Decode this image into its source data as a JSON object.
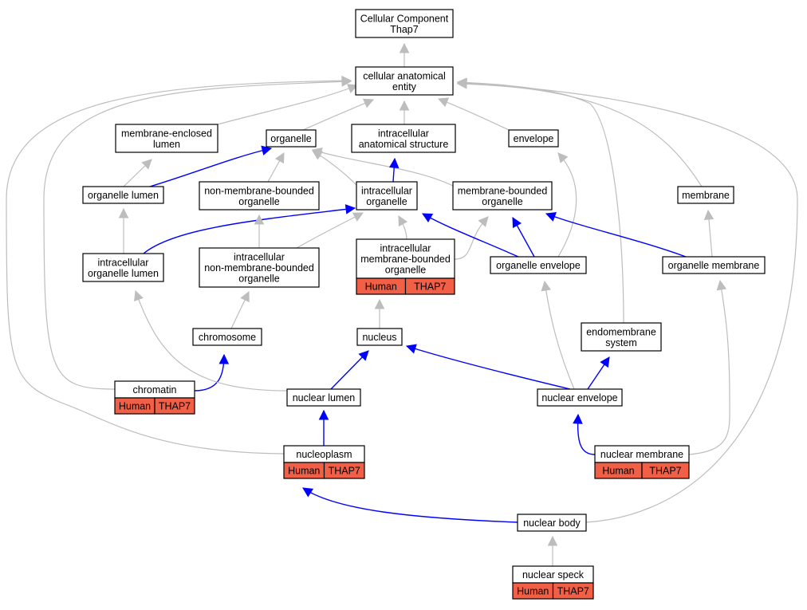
{
  "colors": {
    "highlight_edge": "#0000ff",
    "plain_edge": "#bdbdbd",
    "annotation_fill": "#f05f46",
    "node_border": "#000000"
  },
  "nodes": {
    "cc": {
      "lines": [
        "Cellular Component",
        "Thap7"
      ]
    },
    "cae": {
      "lines": [
        "cellular anatomical",
        "entity"
      ]
    },
    "mel": {
      "lines": [
        "membrane-enclosed",
        "lumen"
      ]
    },
    "org": {
      "lines": [
        "organelle"
      ]
    },
    "ias": {
      "lines": [
        "intracellular",
        "anatomical structure"
      ]
    },
    "env": {
      "lines": [
        "envelope"
      ]
    },
    "orglum": {
      "lines": [
        "organelle lumen"
      ]
    },
    "nmbo": {
      "lines": [
        "non-membrane-bounded",
        "organelle"
      ]
    },
    "io": {
      "lines": [
        "intracellular",
        "organelle"
      ]
    },
    "mbo": {
      "lines": [
        "membrane-bounded",
        "organelle"
      ]
    },
    "mem": {
      "lines": [
        "membrane"
      ]
    },
    "iol": {
      "lines": [
        "intracellular",
        "organelle lumen"
      ]
    },
    "inmbo": {
      "lines": [
        "intracellular",
        "non-membrane-bounded",
        "organelle"
      ]
    },
    "imbo": {
      "lines": [
        "intracellular",
        "membrane-bounded",
        "organelle"
      ],
      "annotation": [
        "Human",
        "THAP7"
      ]
    },
    "oenv": {
      "lines": [
        "organelle envelope"
      ]
    },
    "omem": {
      "lines": [
        "organelle membrane"
      ]
    },
    "chrom": {
      "lines": [
        "chromosome"
      ]
    },
    "nuc": {
      "lines": [
        "nucleus"
      ]
    },
    "endo": {
      "lines": [
        "endomembrane",
        "system"
      ]
    },
    "chromatin": {
      "lines": [
        "chromatin"
      ],
      "annotation": [
        "Human",
        "THAP7"
      ]
    },
    "nlum": {
      "lines": [
        "nuclear lumen"
      ]
    },
    "nenv": {
      "lines": [
        "nuclear envelope"
      ]
    },
    "nplasm": {
      "lines": [
        "nucleoplasm"
      ],
      "annotation": [
        "Human",
        "THAP7"
      ]
    },
    "nmem": {
      "lines": [
        "nuclear membrane"
      ],
      "annotation": [
        "Human",
        "THAP7"
      ]
    },
    "nbody": {
      "lines": [
        "nuclear body"
      ]
    },
    "nspeck": {
      "lines": [
        "nuclear speck"
      ],
      "annotation": [
        "Human",
        "THAP7"
      ]
    }
  },
  "edges": [
    {
      "from": "cae",
      "to": "cc",
      "highlight": false
    },
    {
      "from": "mel",
      "to": "cae",
      "highlight": false
    },
    {
      "from": "org",
      "to": "cae",
      "highlight": false
    },
    {
      "from": "ias",
      "to": "cae",
      "highlight": false
    },
    {
      "from": "env",
      "to": "cae",
      "highlight": false
    },
    {
      "from": "mem",
      "to": "cae",
      "highlight": false
    },
    {
      "from": "endo",
      "to": "cae",
      "highlight": false
    },
    {
      "from": "chromatin",
      "to": "cae",
      "highlight": false
    },
    {
      "from": "nplasm",
      "to": "cae",
      "highlight": false
    },
    {
      "from": "nbody",
      "to": "cae",
      "highlight": false
    },
    {
      "from": "orglum",
      "to": "mel",
      "highlight": false
    },
    {
      "from": "orglum",
      "to": "org",
      "highlight": true
    },
    {
      "from": "nmbo",
      "to": "org",
      "highlight": false
    },
    {
      "from": "io",
      "to": "org",
      "highlight": false
    },
    {
      "from": "mbo",
      "to": "org",
      "highlight": false
    },
    {
      "from": "io",
      "to": "ias",
      "highlight": true
    },
    {
      "from": "oenv",
      "to": "env",
      "highlight": false
    },
    {
      "from": "iol",
      "to": "orglum",
      "highlight": false
    },
    {
      "from": "iol",
      "to": "io",
      "highlight": true
    },
    {
      "from": "inmbo",
      "to": "nmbo",
      "highlight": false
    },
    {
      "from": "inmbo",
      "to": "io",
      "highlight": false
    },
    {
      "from": "imbo",
      "to": "io",
      "highlight": false
    },
    {
      "from": "imbo",
      "to": "mbo",
      "highlight": false
    },
    {
      "from": "oenv",
      "to": "io",
      "highlight": true
    },
    {
      "from": "oenv",
      "to": "mbo",
      "highlight": true
    },
    {
      "from": "omem",
      "to": "mbo",
      "highlight": true
    },
    {
      "from": "omem",
      "to": "mem",
      "highlight": false
    },
    {
      "from": "chrom",
      "to": "inmbo",
      "highlight": false
    },
    {
      "from": "nuc",
      "to": "imbo",
      "highlight": false
    },
    {
      "from": "chromatin",
      "to": "chrom",
      "highlight": true
    },
    {
      "from": "nlum",
      "to": "iol",
      "highlight": false
    },
    {
      "from": "nlum",
      "to": "nuc",
      "highlight": true
    },
    {
      "from": "nenv",
      "to": "nuc",
      "highlight": true
    },
    {
      "from": "nenv",
      "to": "oenv",
      "highlight": false
    },
    {
      "from": "nenv",
      "to": "endo",
      "highlight": true
    },
    {
      "from": "nplasm",
      "to": "nlum",
      "highlight": true
    },
    {
      "from": "nmem",
      "to": "nenv",
      "highlight": true
    },
    {
      "from": "nmem",
      "to": "omem",
      "highlight": false
    },
    {
      "from": "nbody",
      "to": "nplasm",
      "highlight": true
    },
    {
      "from": "nspeck",
      "to": "nbody",
      "highlight": false
    }
  ]
}
